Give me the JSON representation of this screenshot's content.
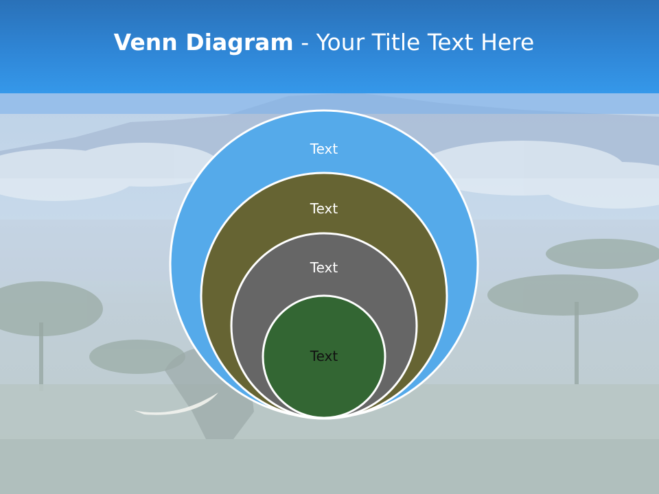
{
  "slide": {
    "title_bold": "Venn Diagram",
    "title_rest": " - Your Title Text Here"
  },
  "venn": {
    "circles": [
      {
        "label": "Text",
        "fill": "#55aaea",
        "text_color": "#ffffff"
      },
      {
        "label": "Text",
        "fill": "#666433",
        "text_color": "#ffffff"
      },
      {
        "label": "Text",
        "fill": "#666666",
        "text_color": "#ffffff"
      },
      {
        "label": "Text",
        "fill": "#336633",
        "text_color": "#111111"
      }
    ],
    "stroke": "#ffffff"
  },
  "colors": {
    "header_top": "#2a71b8",
    "header_bottom": "#3598ea",
    "background_sky": "#c2d6e8",
    "background_ground": "#bcc9c9"
  }
}
